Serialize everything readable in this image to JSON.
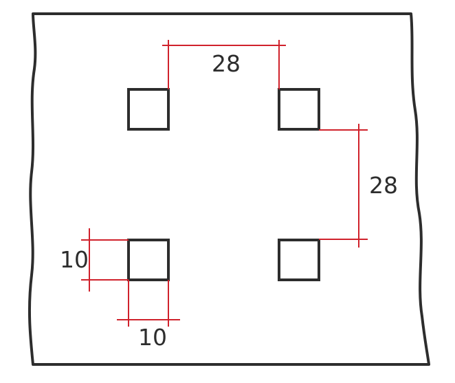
{
  "colors": {
    "outline": "#2d2d2d",
    "dimension_lines": "#d0212b",
    "background": "#ffffff"
  },
  "dimensions": {
    "horizontal_spacing": "28",
    "vertical_spacing": "28",
    "square_height": "10",
    "square_width": "10"
  }
}
